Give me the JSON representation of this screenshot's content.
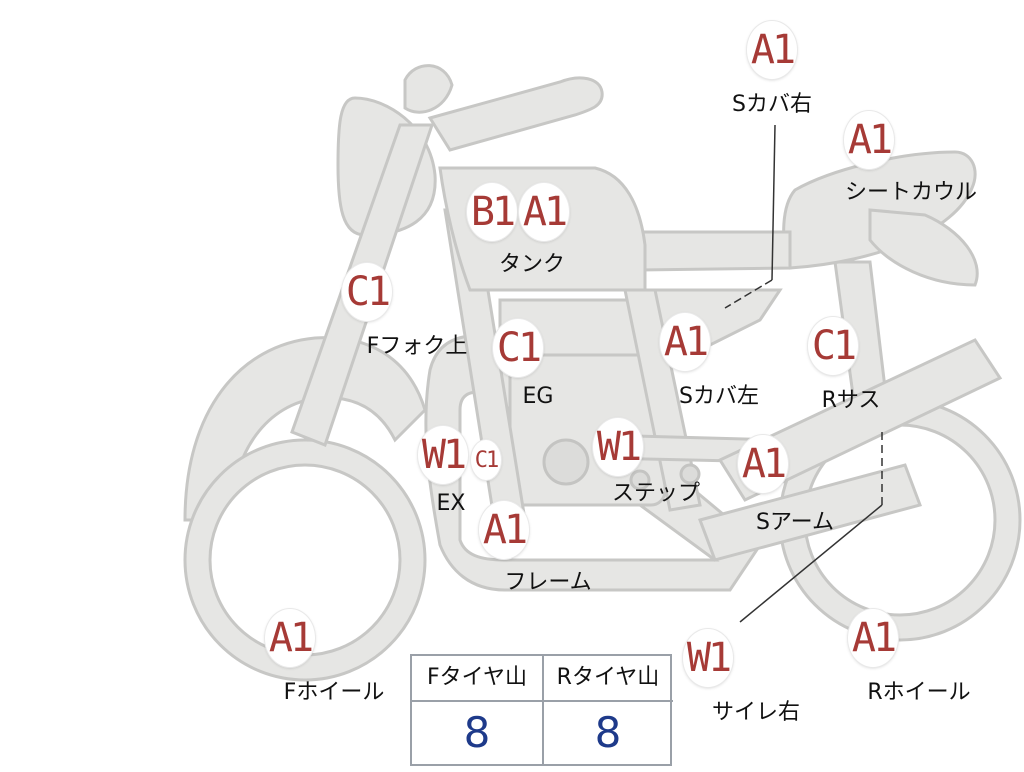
{
  "diagram": {
    "markers": [
      {
        "key": "s-cover-right",
        "grade": "A1",
        "label": "Sカバ右"
      },
      {
        "key": "seat-cowl",
        "grade": "A1",
        "label": "シートカウル"
      },
      {
        "key": "tank-b",
        "grade": "B1",
        "label": ""
      },
      {
        "key": "tank-a",
        "grade": "A1",
        "label": "タンク"
      },
      {
        "key": "f-fork-upper",
        "grade": "C1",
        "label": "Fフォク上"
      },
      {
        "key": "engine",
        "grade": "C1",
        "label": "EG"
      },
      {
        "key": "s-cover-left",
        "grade": "A1",
        "label": "Sカバ左"
      },
      {
        "key": "r-suspension",
        "grade": "C1",
        "label": "Rサス"
      },
      {
        "key": "exhaust-w",
        "grade": "W1",
        "label": "EX"
      },
      {
        "key": "exhaust-c",
        "grade": "C1",
        "label": ""
      },
      {
        "key": "step",
        "grade": "W1",
        "label": "ステップ"
      },
      {
        "key": "swing-arm",
        "grade": "A1",
        "label": "Sアーム"
      },
      {
        "key": "frame",
        "grade": "A1",
        "label": "フレーム"
      },
      {
        "key": "f-wheel",
        "grade": "A1",
        "label": "Fホイール"
      },
      {
        "key": "silencer-right",
        "grade": "W1",
        "label": "サイレ右"
      },
      {
        "key": "r-wheel",
        "grade": "A1",
        "label": "Rホイール"
      }
    ]
  },
  "tire_table": {
    "columns": [
      {
        "header": "Fタイヤ山",
        "value": "8"
      },
      {
        "header": "Rタイヤ山",
        "value": "8"
      }
    ]
  },
  "colors": {
    "grade_text": "#a63a36",
    "tire_value": "#1e3a8a",
    "part_fill": "#e6e6e4",
    "part_stroke": "#c7c7c5"
  }
}
